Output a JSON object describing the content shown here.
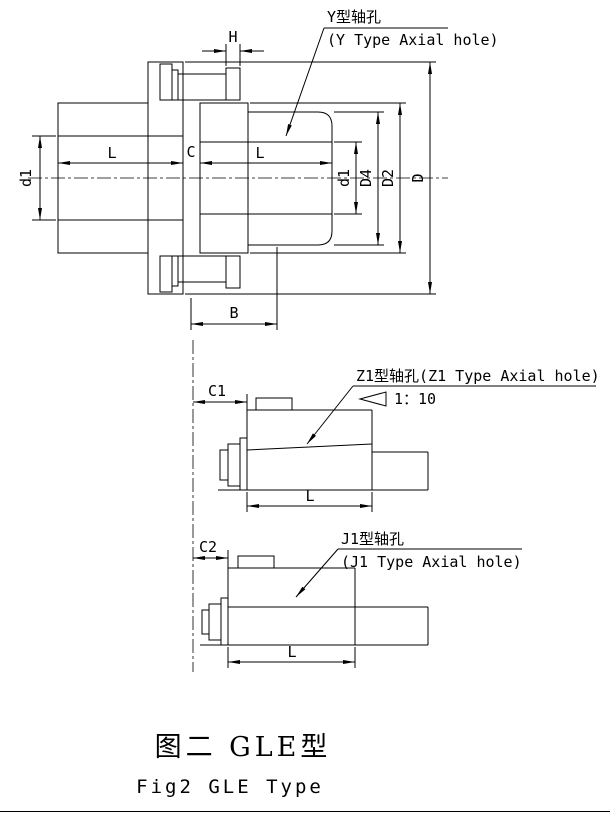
{
  "colors": {
    "line": "#000000",
    "background": "#ffffff"
  },
  "labels": {
    "y_hole_cn": "Y型轴孔",
    "y_hole_en": "(Y Type Axial hole)",
    "z1_hole": "Z1型轴孔(Z1 Type Axial hole)",
    "z1_taper": "1：10",
    "j1_hole_cn": "J1型轴孔",
    "j1_hole_en": "(J1 Type Axial hole)"
  },
  "dimensions": {
    "H": "H",
    "L_left": "L",
    "C": "C",
    "L_right": "L",
    "d1_left": "d1",
    "d1_right": "d1",
    "D4": "D4",
    "D2": "D2",
    "D": "D",
    "B": "B",
    "C1": "C1",
    "L_z1": "L",
    "C2": "C2",
    "L_j1": "L"
  },
  "figure": {
    "caption_cn": "图二  GLE型",
    "caption_en": "Fig2 GLE Type"
  }
}
